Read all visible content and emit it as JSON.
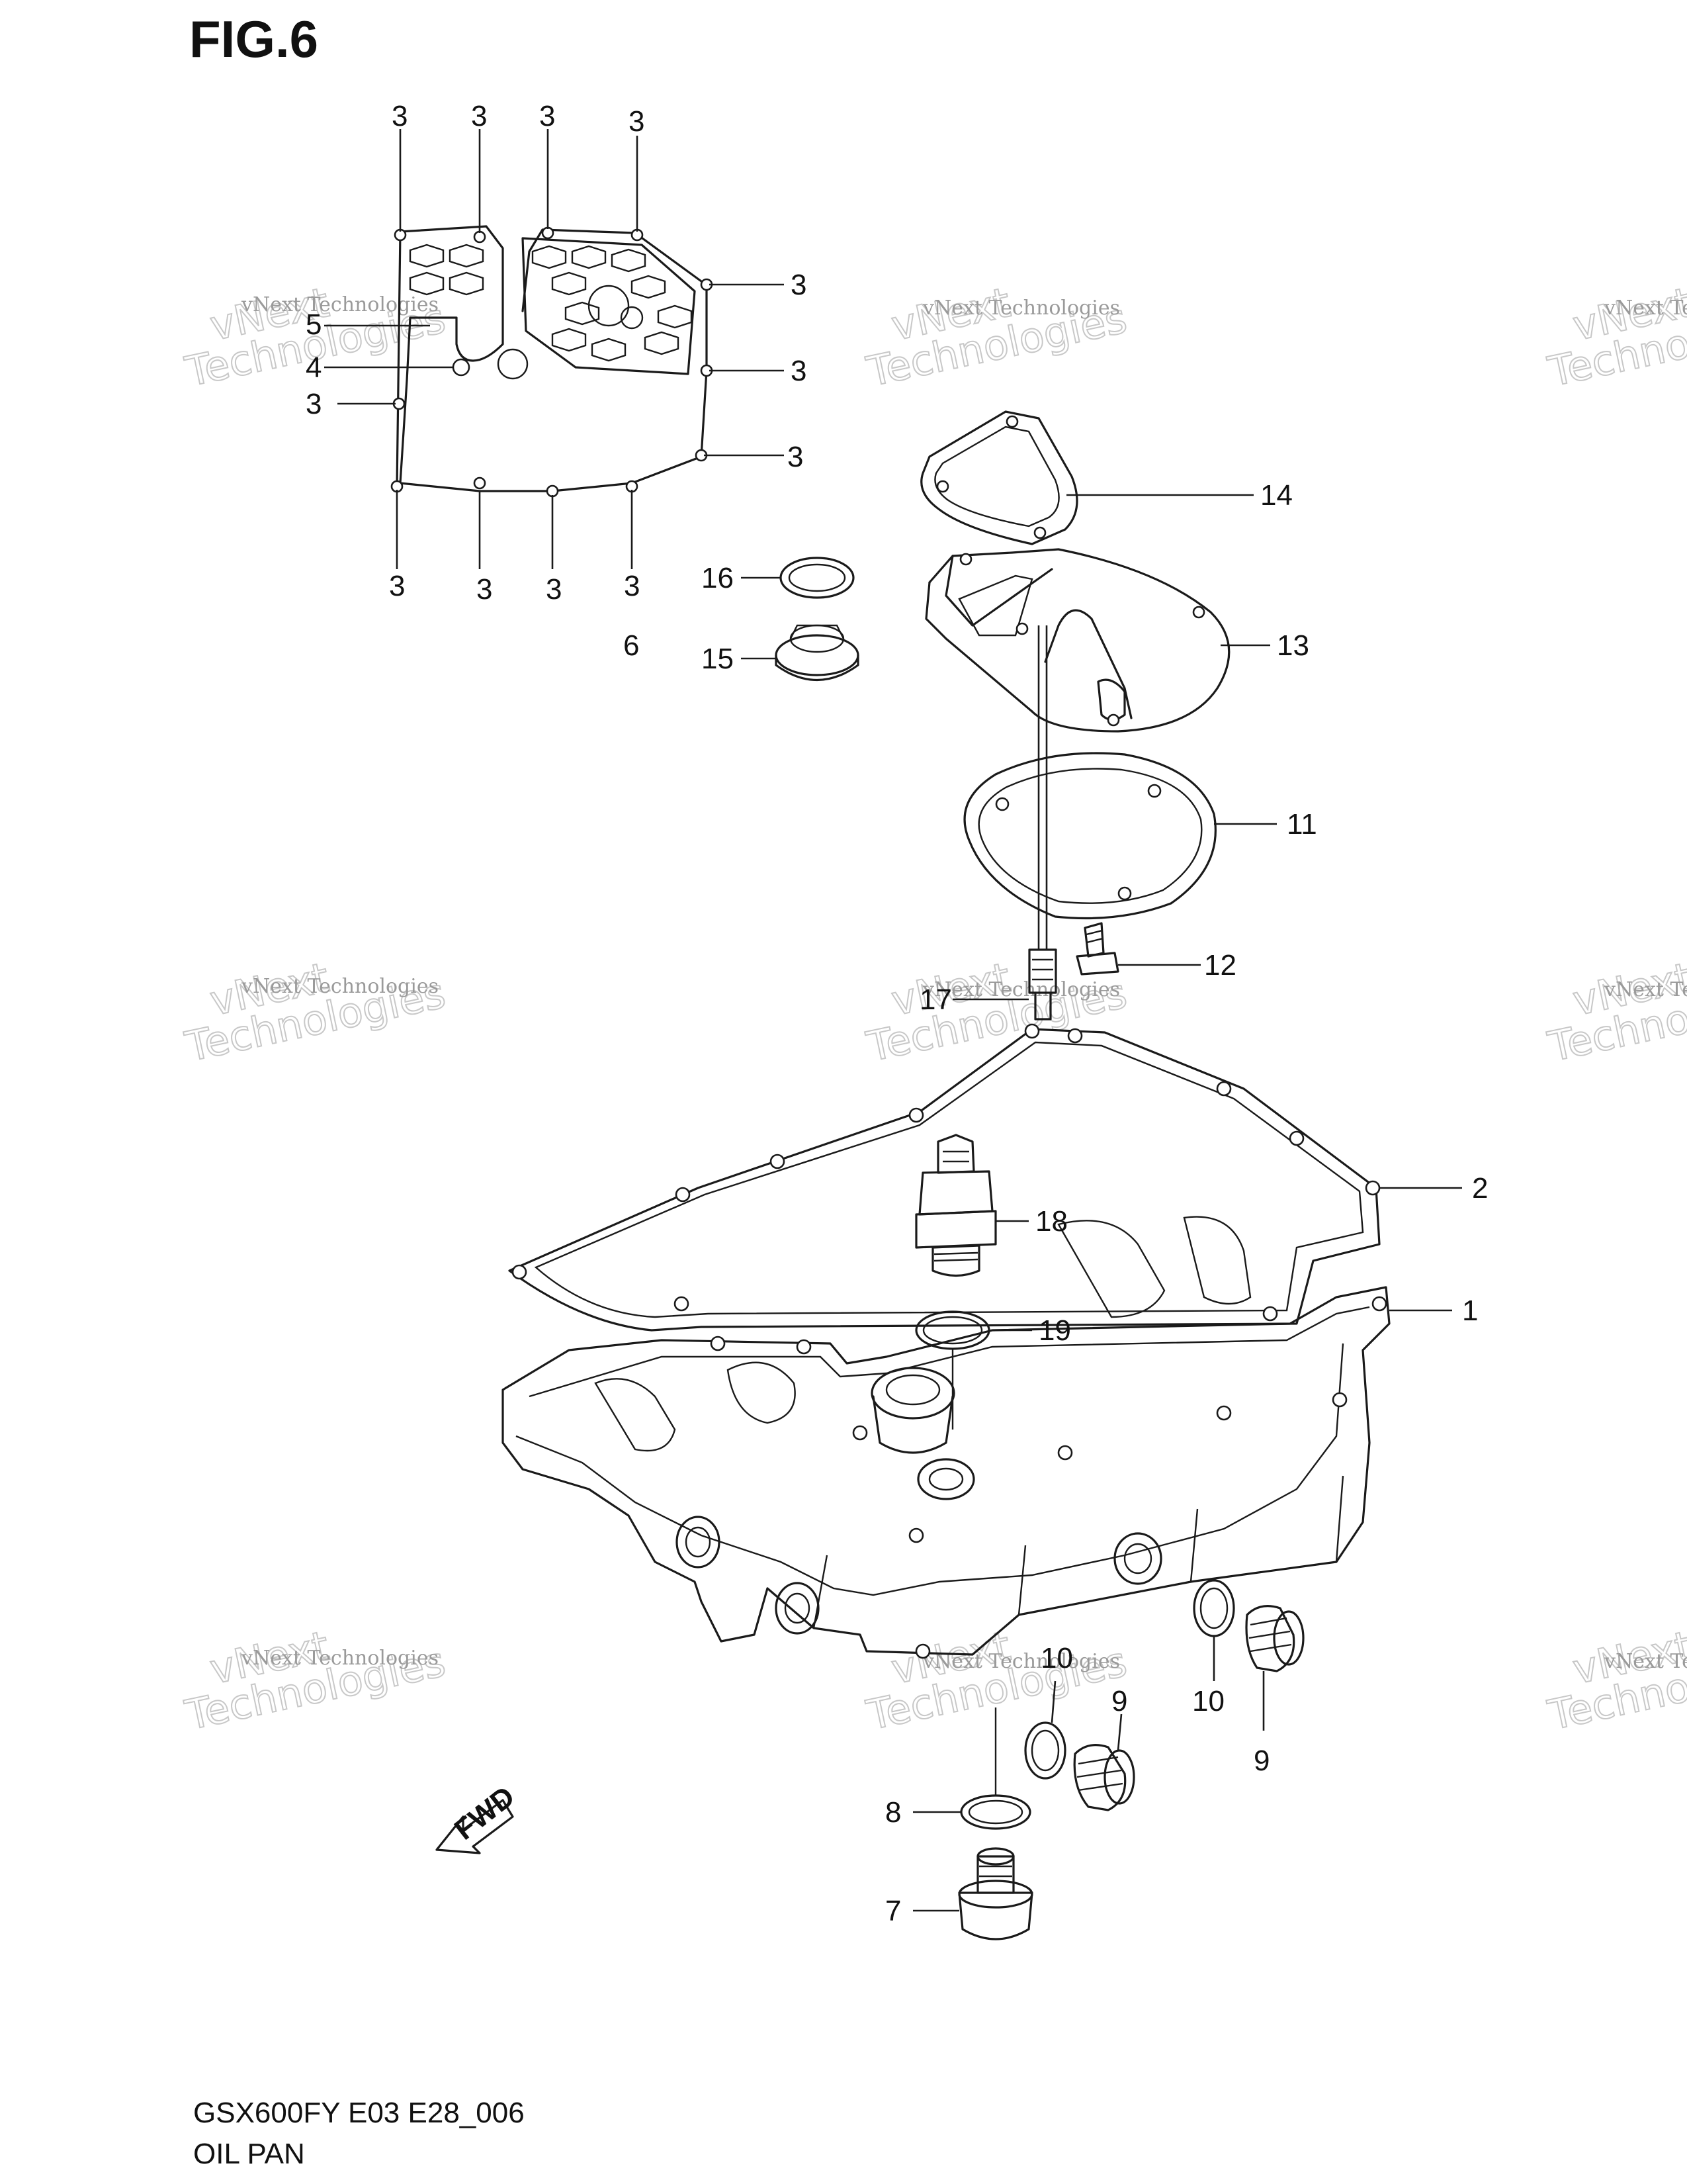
{
  "figure_title": "FIG.6",
  "footer": {
    "model_code": "GSX600FY E03 E28_006",
    "section_name": "OIL PAN"
  },
  "watermark": {
    "line1": "vNext Technologies",
    "line2": "vNext",
    "line3": "Technologies"
  },
  "fwd_label": "FWD",
  "callouts": {
    "c1": "1",
    "c2": "2",
    "c3": "3",
    "c4": "4",
    "c5": "5",
    "c6": "6",
    "c7": "7",
    "c8": "8",
    "c9": "9",
    "c10": "10",
    "c11": "11",
    "c12": "12",
    "c13": "13",
    "c14": "14",
    "c15": "15",
    "c16": "16",
    "c17": "17",
    "c18": "18",
    "c19": "19"
  },
  "colors": {
    "line": "#1a1a1a",
    "watermark": "#9a9a9a",
    "background": "#ffffff"
  }
}
